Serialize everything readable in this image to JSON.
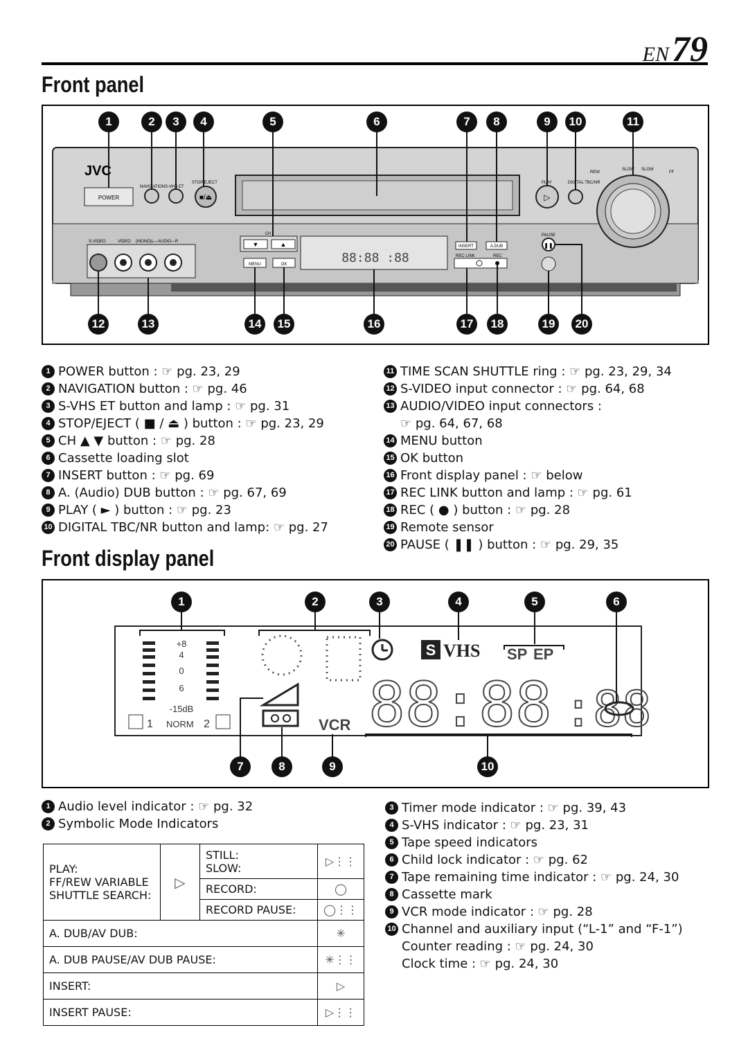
{
  "page": {
    "lang": "EN",
    "number": "79"
  },
  "sections": {
    "front_panel": "Front panel",
    "front_display_panel": "Front display panel"
  },
  "vcr": {
    "brand": "JVC",
    "power": "POWER",
    "navigation": "NAVIGATION",
    "svhs_et": "S-VHS ET",
    "stop_eject": "STOP/EJECT",
    "ch": "CH",
    "menu": "MENU",
    "ok": "OK",
    "insert": "INSERT",
    "adub": "A.DUB",
    "rec_link": "REC LINK",
    "rec": "REC",
    "play": "PLAY",
    "digital": "DIGITAL TBC/NR",
    "pause": "PAUSE",
    "svideo": "S-VIDEO",
    "video": "VIDEO",
    "audio": "(MONO)L—AUDIO—R",
    "rew": "REW",
    "ff": "FF",
    "slow_l": "SLOW",
    "slow_r": "SLOW"
  },
  "display": {
    "db_scale": [
      "+8",
      "4",
      "0",
      "6",
      "-15dB"
    ],
    "norm": "NORM",
    "ch1": "1",
    "ch2": "2",
    "sp": "SP",
    "ep": "EP",
    "vcr": "VCR",
    "svhs": "VHS"
  },
  "front_panel_items": [
    {
      "n": "1",
      "text": "POWER button : ☞ pg. 23, 29"
    },
    {
      "n": "2",
      "text": "NAVIGATION button : ☞ pg. 46"
    },
    {
      "n": "3",
      "text": "S-VHS ET button and lamp : ☞ pg. 31"
    },
    {
      "n": "4",
      "text": "STOP/EJECT ( ■ / ⏏ ) button : ☞ pg. 23, 29"
    },
    {
      "n": "5",
      "text": "CH ▲ ▼ button : ☞ pg. 28"
    },
    {
      "n": "6",
      "text": "Cassette loading slot"
    },
    {
      "n": "7",
      "text": "INSERT button : ☞ pg. 69"
    },
    {
      "n": "8",
      "text": "A. (Audio) DUB button : ☞ pg. 67, 69"
    },
    {
      "n": "9",
      "text": "PLAY ( ► ) button : ☞ pg. 23"
    },
    {
      "n": "10",
      "text": "DIGITAL TBC/NR button and lamp: ☞ pg. 27"
    },
    {
      "n": "11",
      "text": "TIME SCAN SHUTTLE ring : ☞ pg. 23, 29, 34"
    },
    {
      "n": "12",
      "text": "S-VIDEO input connector : ☞ pg. 64, 68"
    },
    {
      "n": "13",
      "text": "AUDIO/VIDEO input connectors :"
    },
    {
      "n": "",
      "text": "☞ pg. 64, 67, 68"
    },
    {
      "n": "14",
      "text": "MENU button"
    },
    {
      "n": "15",
      "text": "OK button"
    },
    {
      "n": "16",
      "text": "Front display panel : ☞ below"
    },
    {
      "n": "17",
      "text": "REC LINK button and lamp : ☞ pg. 61"
    },
    {
      "n": "18",
      "text": "REC ( ● ) button : ☞ pg. 28"
    },
    {
      "n": "19",
      "text": "Remote sensor"
    },
    {
      "n": "20",
      "text": "PAUSE ( ❚❚ ) button : ☞ pg. 29, 35"
    }
  ],
  "display_items": [
    {
      "n": "1",
      "text": "Audio level indicator : ☞ pg. 32"
    },
    {
      "n": "2",
      "text": "Symbolic Mode Indicators"
    },
    {
      "n": "3",
      "text": "Timer mode indicator : ☞ pg. 39, 43"
    },
    {
      "n": "4",
      "text": "S-VHS indicator : ☞ pg. 23, 31"
    },
    {
      "n": "5",
      "text": "Tape speed indicators"
    },
    {
      "n": "6",
      "text": "Child lock indicator : ☞ pg. 62"
    },
    {
      "n": "7",
      "text": "Tape remaining time indicator : ☞ pg. 24, 30"
    },
    {
      "n": "8",
      "text": "Cassette mark"
    },
    {
      "n": "9",
      "text": "VCR mode indicator : ☞ pg. 28"
    },
    {
      "n": "10",
      "text": "Channel and auxiliary input (“L-1” and “F-1”)"
    },
    {
      "n": "",
      "text": "Counter reading : ☞ pg. 24, 30"
    },
    {
      "n": "",
      "text": "Clock time : ☞ pg. 24, 30"
    }
  ],
  "mode_table": {
    "play_group": "PLAY:\nFF/REW VARIABLE\nSHUTTLE SEARCH:",
    "still": "STILL:",
    "slow": "SLOW:",
    "record": "RECORD:",
    "record_pause": "RECORD PAUSE:",
    "adub": "A. DUB/AV DUB:",
    "adub_pause": "A. DUB PAUSE/AV DUB PAUSE:",
    "insert": "INSERT:",
    "insert_pause": "INSERT PAUSE:"
  }
}
